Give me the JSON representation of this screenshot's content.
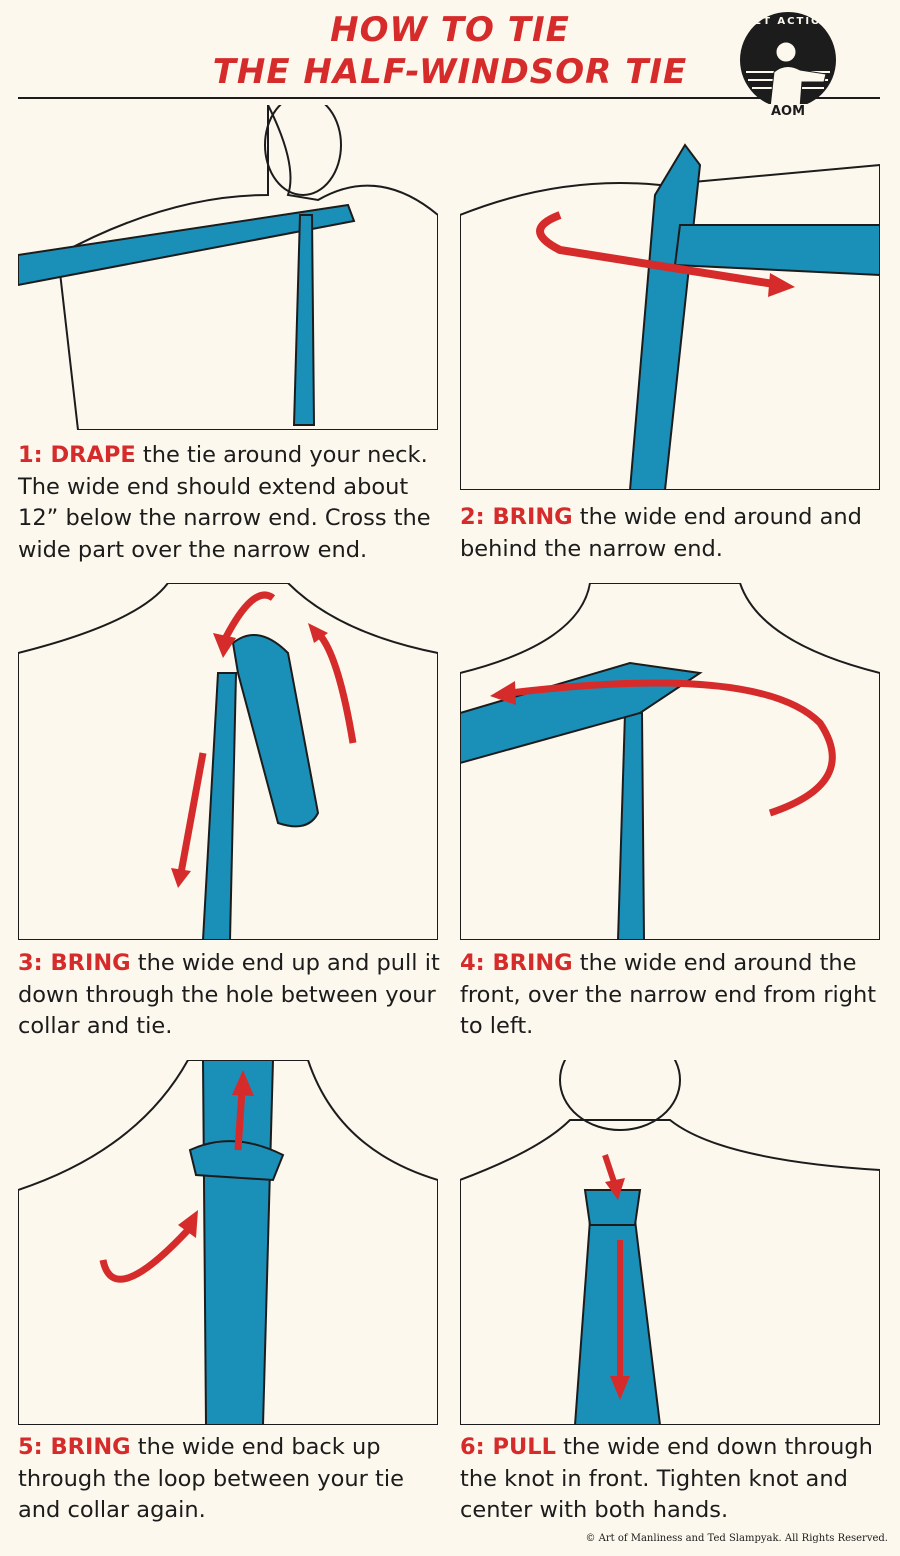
{
  "title": {
    "line1": "HOW TO TIE",
    "line2": "THE HALF-WINDSOR TIE"
  },
  "logo": {
    "ring_text": "GET ACTION",
    "badge_text": "AOM"
  },
  "colors": {
    "accent_red": "#d62b2b",
    "tie_blue": "#1a8fb8",
    "background": "#fcf8ee"
  },
  "steps": [
    {
      "label": "1: DRAPE",
      "text": " the tie around your neck. The wide end should extend about 12” below the narrow end. Cross the wide part over the narrow end."
    },
    {
      "label": "2: BRING",
      "text": " the wide end around and behind the narrow end."
    },
    {
      "label": "3: BRING",
      "text": " the wide end up and pull it down through the hole between your collar and tie."
    },
    {
      "label": "4: BRING",
      "text": " the wide end around the front, over the narrow end from right to left."
    },
    {
      "label": "5: BRING",
      "text": " the wide end back up through the loop between your tie and collar again."
    },
    {
      "label": "6: PULL",
      "text": " the wide end down through the knot in front. Tighten knot and center with both hands."
    }
  ],
  "footer": "© Art of Manliness and Ted Slampyak. All Rights Reserved."
}
